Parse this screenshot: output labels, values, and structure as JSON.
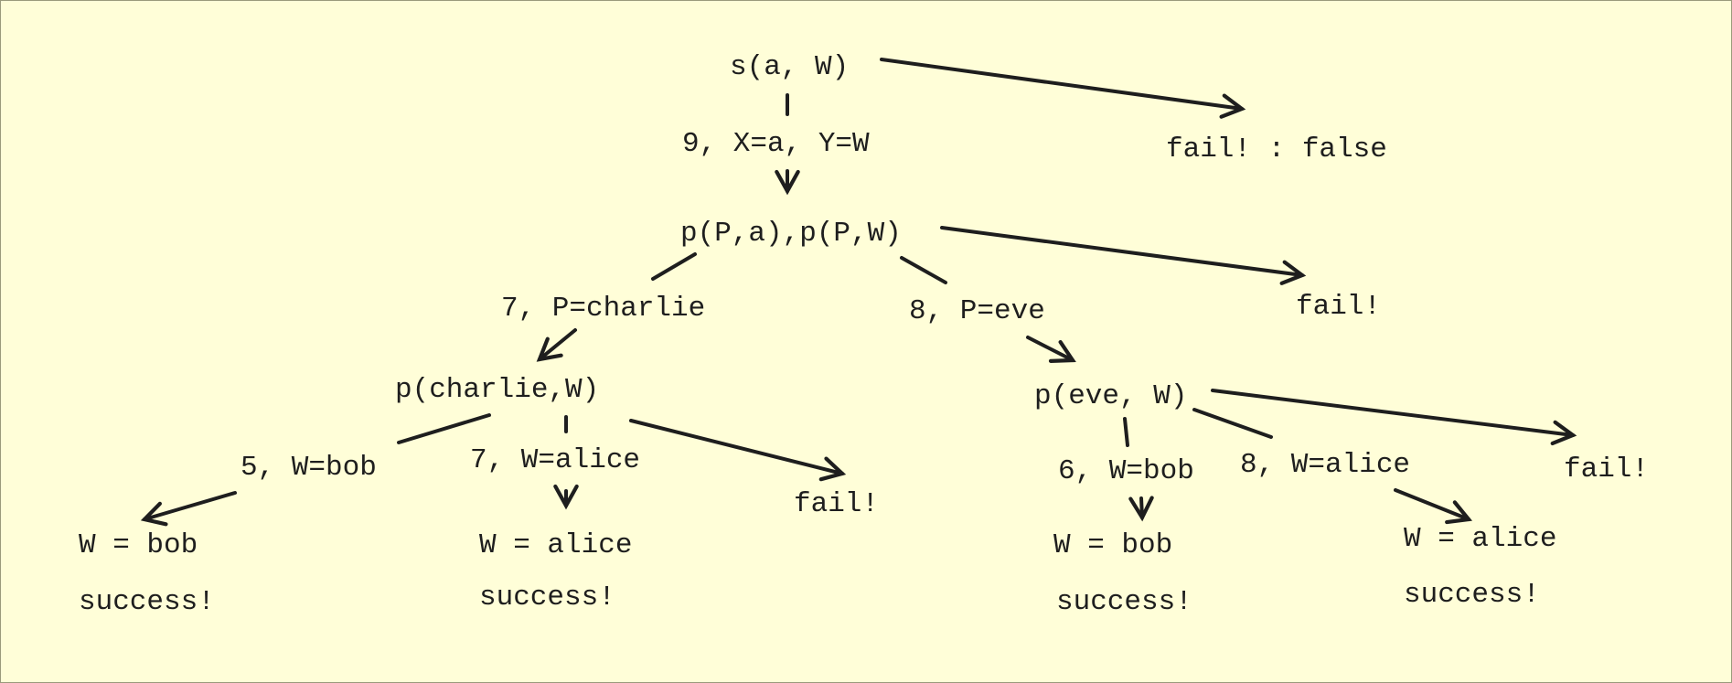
{
  "diagram": {
    "title": "Resolution tree for s(a, W)",
    "nodes": {
      "root": "s(a, W)",
      "rule9": "9, X=a, Y=W",
      "root_fail": "fail! : false",
      "goal2": "p(P,a),p(P,W)",
      "rule7_charlie": "7, P=charlie",
      "rule8_eve": "8, P=eve",
      "goal2_fail": "fail!",
      "p_charlie": "p(charlie,W)",
      "p_eve": "p(eve, W)",
      "rule5_bob": "5, W=bob",
      "rule7_alice": "7, W=alice",
      "p_charlie_fail": "fail!",
      "rule6_bob": "6, W=bob",
      "rule8_alice": "8, W=alice",
      "p_eve_fail": "fail!",
      "res1": "W = bob",
      "res1_status": "success!",
      "res2": "W = alice",
      "res2_status": "success!",
      "res3": "W = bob",
      "res3_status": "success!",
      "res4": "W = alice",
      "res4_status": "success!"
    },
    "colors": {
      "background": "#fffed8",
      "ink": "#1e1e1e"
    }
  }
}
